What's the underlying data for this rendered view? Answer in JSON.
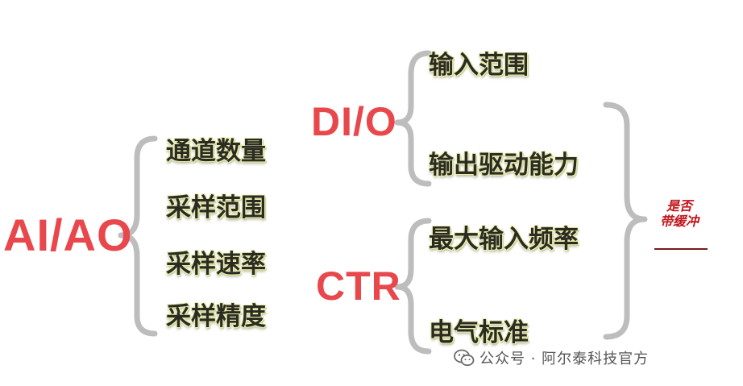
{
  "groups": {
    "aiao": {
      "label": "AI/AO",
      "items": [
        "通道数量",
        "采样范围",
        "采样速率",
        "采样精度"
      ]
    },
    "dio": {
      "label": "DI/O",
      "items": [
        "输入范围",
        "输出驱动能力"
      ]
    },
    "ctr": {
      "label": "CTR",
      "items": [
        "最大输入频率",
        "电气标准"
      ]
    }
  },
  "conclusion": {
    "line1": "是否",
    "line2": "带缓冲"
  },
  "watermark": {
    "text": "公众号 · 阿尔泰科技官方",
    "icon": "wechat-icon"
  },
  "colors": {
    "label_red": "#e8474c",
    "bracket_gray": "#bdbdbd",
    "stamp_red": "#c0161b"
  }
}
